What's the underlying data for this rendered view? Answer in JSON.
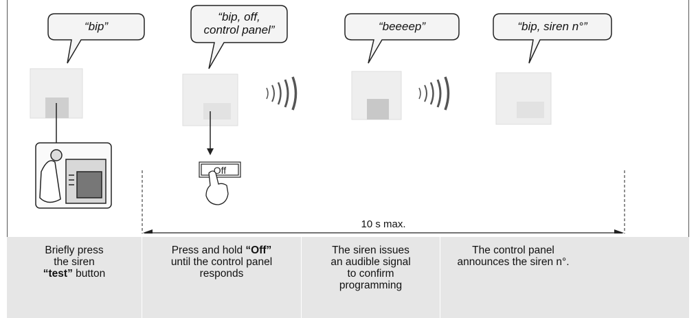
{
  "bubbles": [
    {
      "text": "“bip”"
    },
    {
      "line1": "“bip, off,",
      "line2": "control panel”"
    },
    {
      "text": "“beeeep”"
    },
    {
      "text": "“bip, siren n°”"
    }
  ],
  "keypad_key": "Off",
  "timing_label": "10 s max.",
  "steps": [
    {
      "l1": "Briefly press",
      "l2": "the siren",
      "bold": "“test”",
      "rest": " button"
    },
    {
      "pre": "Press and hold ",
      "bold": "“Off”",
      "l2": "until the control panel",
      "l3": "responds"
    },
    {
      "l1": "The siren issues",
      "l2": "an audible signal",
      "l3": "to confirm",
      "l4": "programming"
    },
    {
      "l1": "The control panel",
      "l2": "announces the siren n°."
    }
  ],
  "colors": {
    "band": "#e6e6e6",
    "line": "#222222",
    "device": "#eeeeee"
  }
}
